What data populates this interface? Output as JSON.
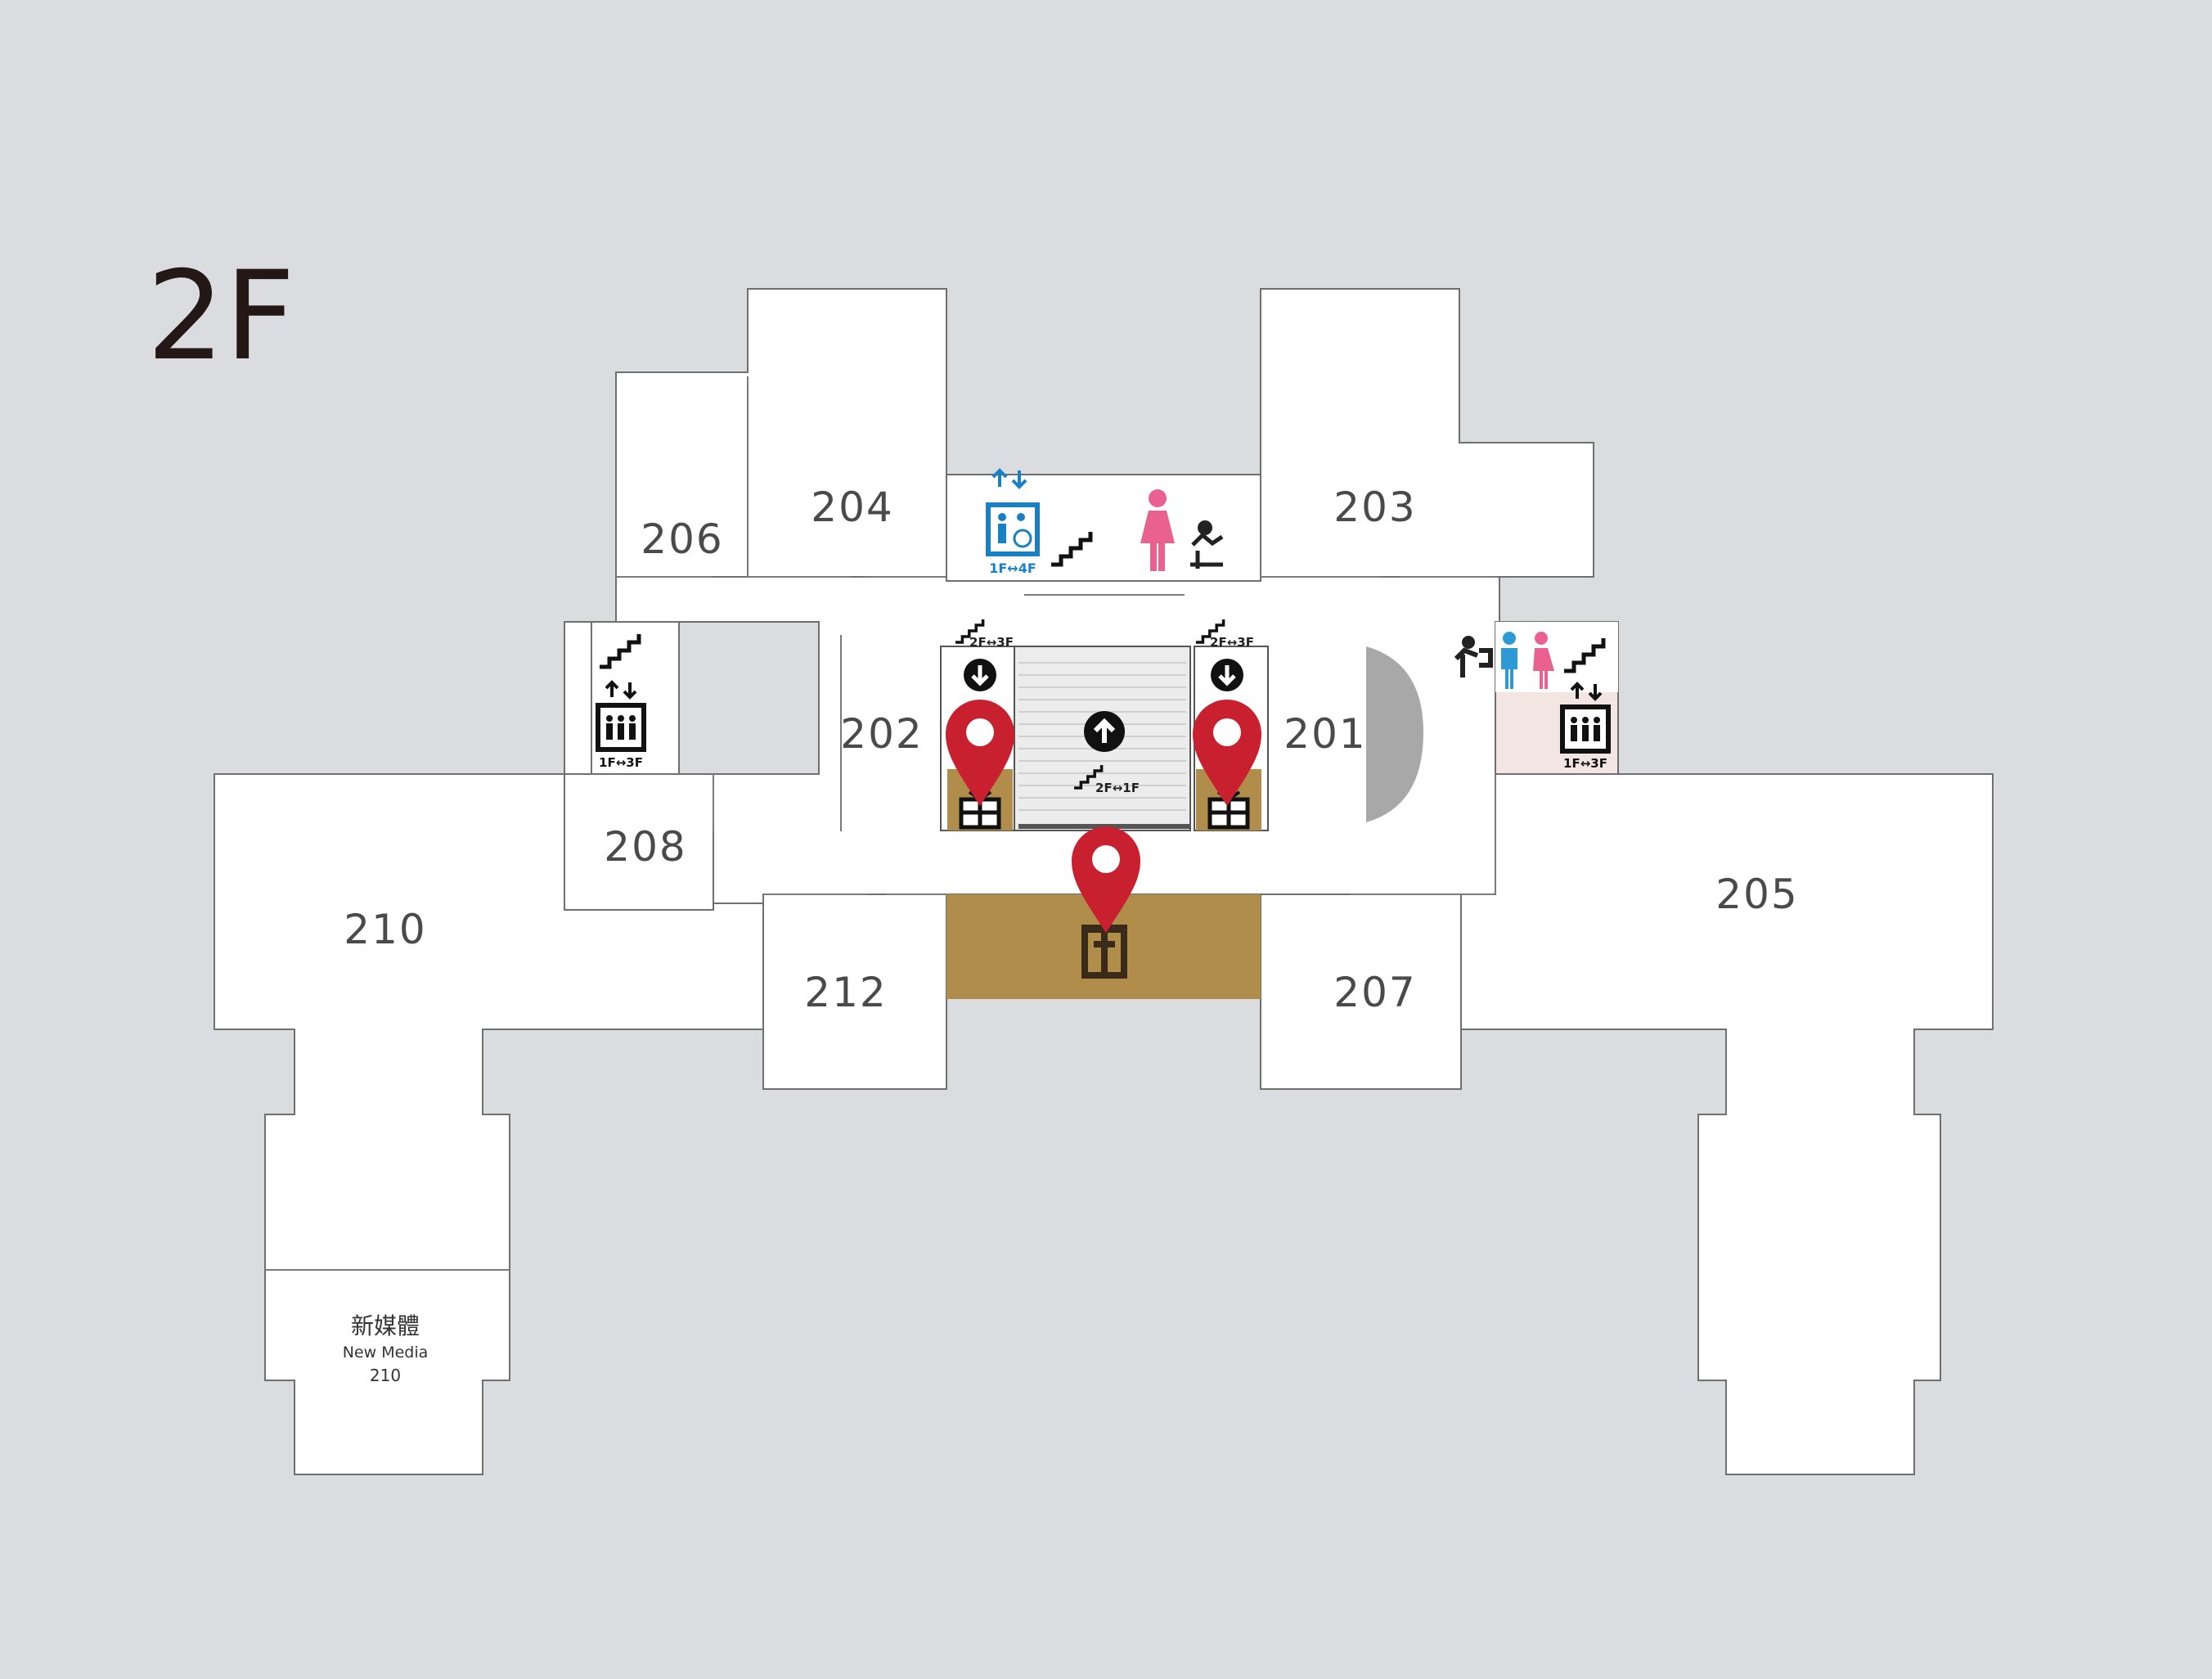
{
  "floor": {
    "title": "2F"
  },
  "rooms": {
    "r201": "201",
    "r202": "202",
    "r203": "203",
    "r204": "204",
    "r205": "205",
    "r206": "206",
    "r207": "207",
    "r208": "208",
    "r210": "210",
    "r212": "212"
  },
  "new_media": {
    "zh": "新媒體",
    "en": "New Media",
    "num": "210"
  },
  "facilities": {
    "elevator_accessible": "1F↔4F",
    "elevator_west": "1F↔3F",
    "elevator_east": "1F↔3F",
    "escalator_left": "2F↔3F",
    "escalator_right": "2F↔3F",
    "escalator_center": "2F↔1F"
  },
  "icons": [
    "accessible-elevator-icon",
    "stairs-icon",
    "womens-restroom-icon",
    "baby-changing-icon",
    "drinking-fountain-icon",
    "mens-restroom-icon",
    "elevator-icon",
    "escalator-down-icon",
    "escalator-up-icon",
    "gift-icon",
    "info-kiosk-icon",
    "location-pin-icon"
  ],
  "colors": {
    "background": "#dbdcdf",
    "room": "#ffffff",
    "shop": "#b08d4a",
    "pin": "#c8202f",
    "accessible": "#1a80c4",
    "women": "#e9618f",
    "men": "#2e9ad5"
  }
}
